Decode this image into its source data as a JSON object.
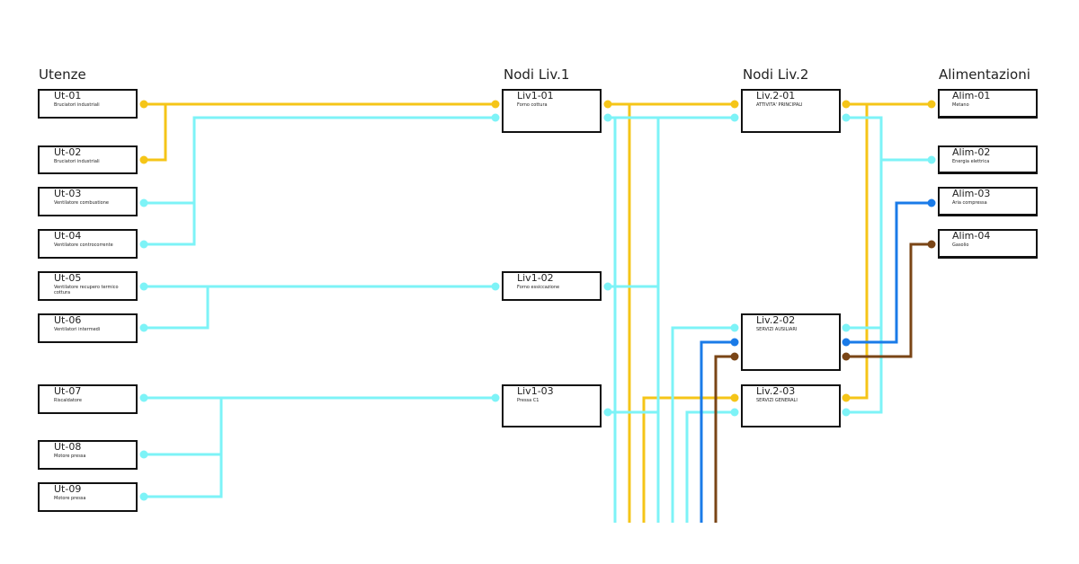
{
  "headers": {
    "utenze": "Utenze",
    "liv1": "Nodi Liv.1",
    "liv2": "Nodi Liv.2",
    "alim": "Alimentazioni"
  },
  "colors": {
    "metano": "#f5c518",
    "energia": "#7df3f7",
    "aria": "#1a7be8",
    "gasolio": "#7a4516",
    "border": "#111111"
  },
  "utenze": [
    {
      "id": "Ut-01",
      "desc": "Bruciatori industriali"
    },
    {
      "id": "Ut-02",
      "desc": "Bruciatori industriali"
    },
    {
      "id": "Ut-03",
      "desc": "Ventilatore combustione"
    },
    {
      "id": "Ut-04",
      "desc": "Ventilatore controcorrente"
    },
    {
      "id": "Ut-05",
      "desc": "Ventilatore recupero termico cottura"
    },
    {
      "id": "Ut-06",
      "desc": "Ventilatori intermedi"
    },
    {
      "id": "Ut-07",
      "desc": "Riscaldatore"
    },
    {
      "id": "Ut-08",
      "desc": "Motore pressa"
    },
    {
      "id": "Ut-09",
      "desc": "Motore pressa"
    }
  ],
  "nodi_liv1": [
    {
      "id": "Liv1-01",
      "desc": "Forno cottura"
    },
    {
      "id": "Liv1-02",
      "desc": "Forno essiccazione"
    },
    {
      "id": "Liv1-03",
      "desc": "Pressa C1"
    }
  ],
  "nodi_liv2": [
    {
      "id": "Liv.2-01",
      "desc": "ATTIVITA' PRINCIPALI"
    },
    {
      "id": "Liv.2-02",
      "desc": "SERVIZI AUSILIARI"
    },
    {
      "id": "Liv.2-03",
      "desc": "SERVIZI GENERALI"
    }
  ],
  "alimentazioni": [
    {
      "id": "Alim-01",
      "desc": "Metano"
    },
    {
      "id": "Alim-02",
      "desc": "Energia elettrica"
    },
    {
      "id": "Alim-03",
      "desc": "Aria compressa"
    },
    {
      "id": "Alim-04",
      "desc": "Gasolio"
    }
  ]
}
